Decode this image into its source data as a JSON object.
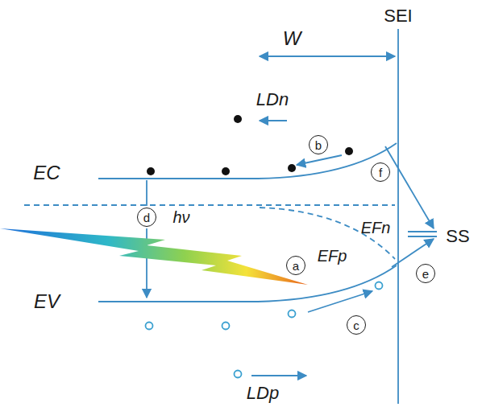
{
  "diagram": {
    "nodes": [
      {
        "text": [
          "b"
        ]
      },
      {
        "text": [
          "f"
        ]
      },
      {
        "text": [
          "d"
        ]
      },
      {
        "text": [
          "a"
        ]
      },
      {
        "text": [
          "e"
        ]
      },
      {
        "text": [
          "c"
        ]
      }
    ],
    "labels": [
      "SEI",
      "W",
      "LDn",
      "EC",
      "EFn",
      "SS",
      "hν",
      "EFp",
      "EV",
      "LDp"
    ]
  }
}
